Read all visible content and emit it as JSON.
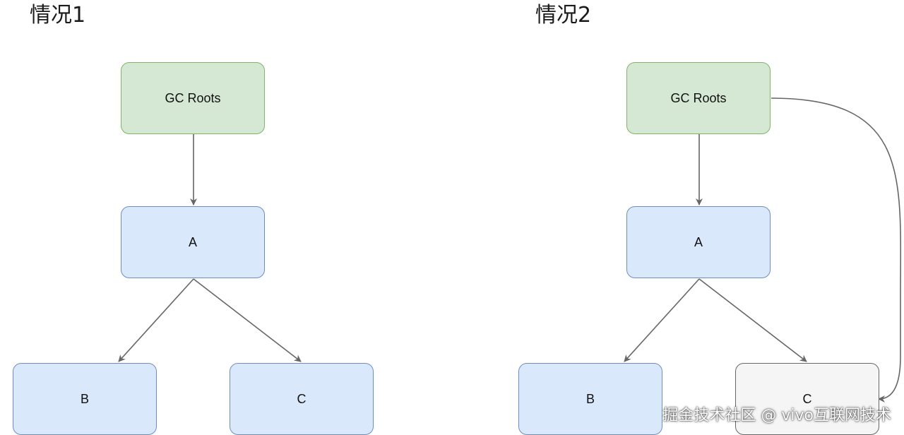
{
  "diagrams": [
    {
      "title": "情况1",
      "nodes": {
        "root": "GC Roots",
        "a": "A",
        "b": "B",
        "c": "C"
      },
      "edges": [
        {
          "from": "GC Roots",
          "to": "A"
        },
        {
          "from": "A",
          "to": "B"
        },
        {
          "from": "A",
          "to": "C"
        }
      ]
    },
    {
      "title": "情况2",
      "nodes": {
        "root": "GC Roots",
        "a": "A",
        "b": "B",
        "c": "C"
      },
      "edges": [
        {
          "from": "GC Roots",
          "to": "A"
        },
        {
          "from": "A",
          "to": "B"
        },
        {
          "from": "A",
          "to": "C"
        },
        {
          "from": "GC Roots",
          "to": "C"
        }
      ]
    }
  ],
  "colors": {
    "root_fill": "#d5e8d4",
    "root_stroke": "#82b366",
    "node_fill": "#dae8fc",
    "node_stroke": "#6c8ebf",
    "highlight_fill": "#f5f5f5",
    "highlight_stroke": "#666666",
    "edge": "#666666"
  },
  "watermark": "掘金技术社区 @ vivo互联网技术"
}
